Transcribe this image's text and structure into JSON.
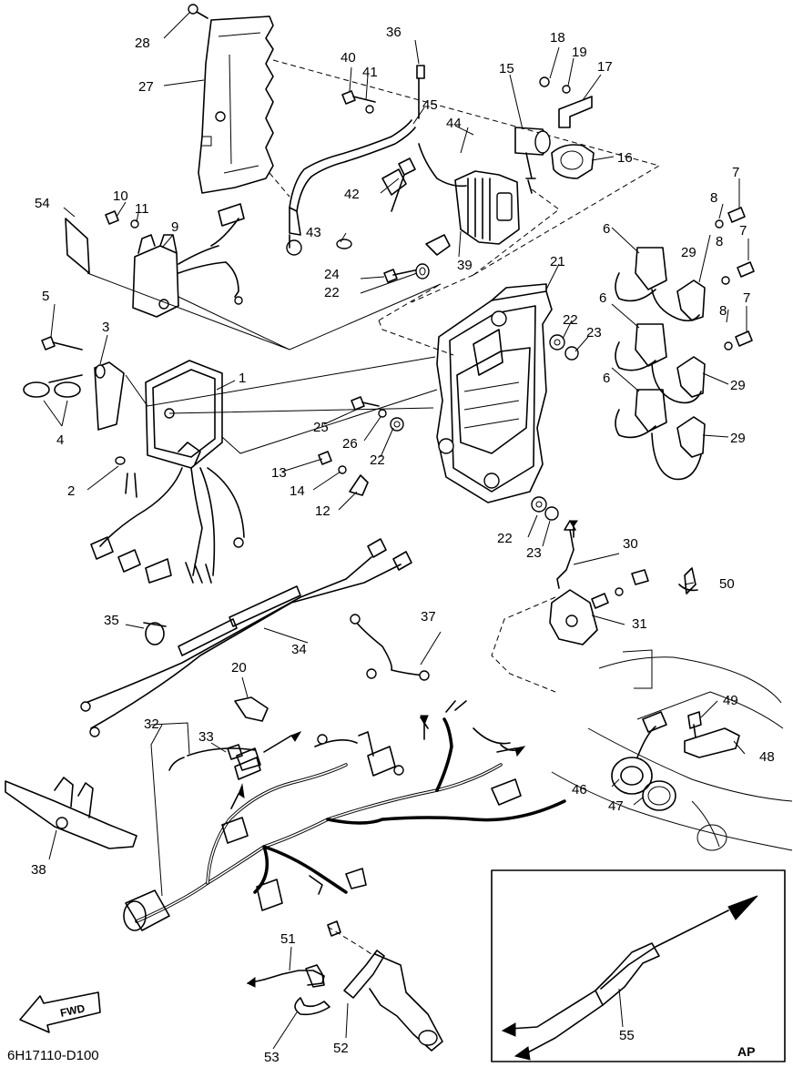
{
  "diagram": {
    "catalog_code": "6H17110-D100",
    "inset_label": "AP",
    "fwd_label": "FWD",
    "callouts": [
      "1",
      "2",
      "3",
      "4",
      "5",
      "6",
      "6",
      "6",
      "7",
      "7",
      "7",
      "8",
      "8",
      "8",
      "9",
      "10",
      "11",
      "12",
      "13",
      "14",
      "15",
      "16",
      "17",
      "18",
      "19",
      "20",
      "21",
      "22",
      "22",
      "22",
      "22",
      "23",
      "23",
      "24",
      "25",
      "26",
      "27",
      "28",
      "29",
      "29",
      "29",
      "30",
      "31",
      "32",
      "33",
      "34",
      "35",
      "36",
      "37",
      "38",
      "39",
      "40",
      "41",
      "42",
      "43",
      "44",
      "45",
      "46",
      "47",
      "48",
      "49",
      "50",
      "51",
      "52",
      "53",
      "54",
      "55"
    ]
  }
}
